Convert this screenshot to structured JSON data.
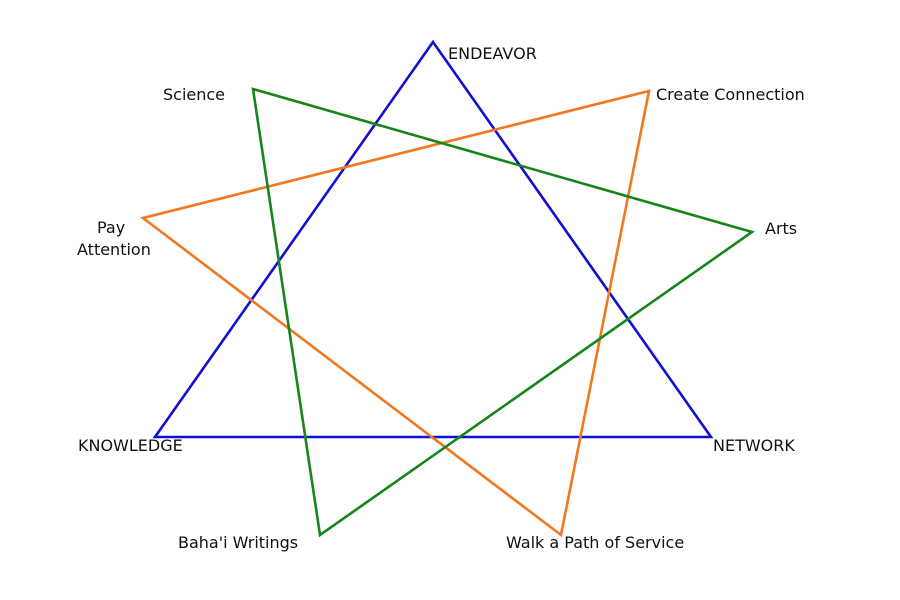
{
  "colors": {
    "blue": "#1010d0",
    "orange": "#f07820",
    "green": "#17851a"
  },
  "labels": {
    "endeavor": "ENDEAVOR",
    "science": "Science",
    "create_connection": "Create Connection",
    "pay": "Pay",
    "attention": "Attention",
    "arts": "Arts",
    "knowledge": "KNOWLEDGE",
    "network": "NETWORK",
    "bahai_writings": "Baha'i Writings",
    "walk_path": "Walk a Path of Service"
  }
}
